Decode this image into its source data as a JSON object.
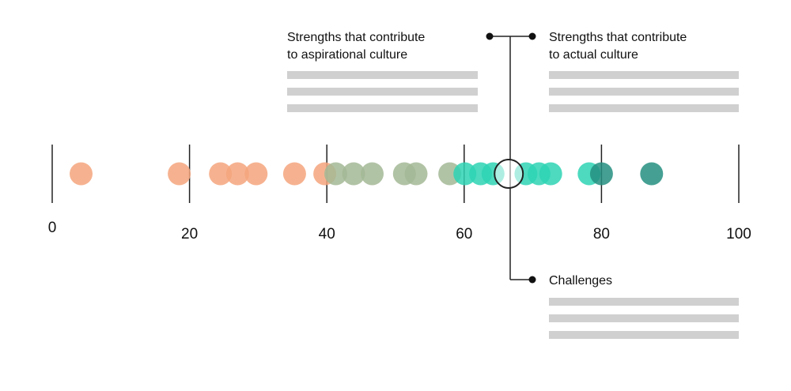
{
  "scale": {
    "min": 0,
    "max": 100,
    "ticks": [
      "0",
      "20",
      "40",
      "60",
      "80",
      "100"
    ]
  },
  "colors": {
    "orange": "#f4a57c",
    "sage": "#a3b895",
    "teal": "#2ed3b4",
    "dark_teal": "#258f80",
    "axis": "#222222",
    "placeholder": "#d0d0d0"
  },
  "dots": [
    {
      "value": 4.2,
      "color": "orange"
    },
    {
      "value": 18.5,
      "color": "orange"
    },
    {
      "value": 24.5,
      "color": "orange"
    },
    {
      "value": 27.0,
      "color": "orange"
    },
    {
      "value": 29.7,
      "color": "orange"
    },
    {
      "value": 35.3,
      "color": "orange"
    },
    {
      "value": 39.7,
      "color": "orange"
    },
    {
      "value": 41.3,
      "color": "sage"
    },
    {
      "value": 43.9,
      "color": "sage"
    },
    {
      "value": 46.6,
      "color": "sage"
    },
    {
      "value": 51.3,
      "color": "sage"
    },
    {
      "value": 53.0,
      "color": "sage"
    },
    {
      "value": 57.9,
      "color": "sage"
    },
    {
      "value": 60.1,
      "color": "teal"
    },
    {
      "value": 62.4,
      "color": "teal"
    },
    {
      "value": 64.2,
      "color": "teal"
    },
    {
      "value": 69.0,
      "color": "teal"
    },
    {
      "value": 70.9,
      "color": "teal"
    },
    {
      "value": 72.6,
      "color": "teal"
    },
    {
      "value": 78.2,
      "color": "teal"
    },
    {
      "value": 80.0,
      "color": "dark_teal"
    },
    {
      "value": 87.3,
      "color": "dark_teal"
    }
  ],
  "selected_value": 66.5,
  "callouts": {
    "aspirational": {
      "line1": "Strengths that contribute",
      "line2": "to aspirational culture"
    },
    "actual": {
      "line1": "Strengths that contribute",
      "line2": "to actual culture"
    },
    "challenges": {
      "line1": "Challenges"
    }
  }
}
